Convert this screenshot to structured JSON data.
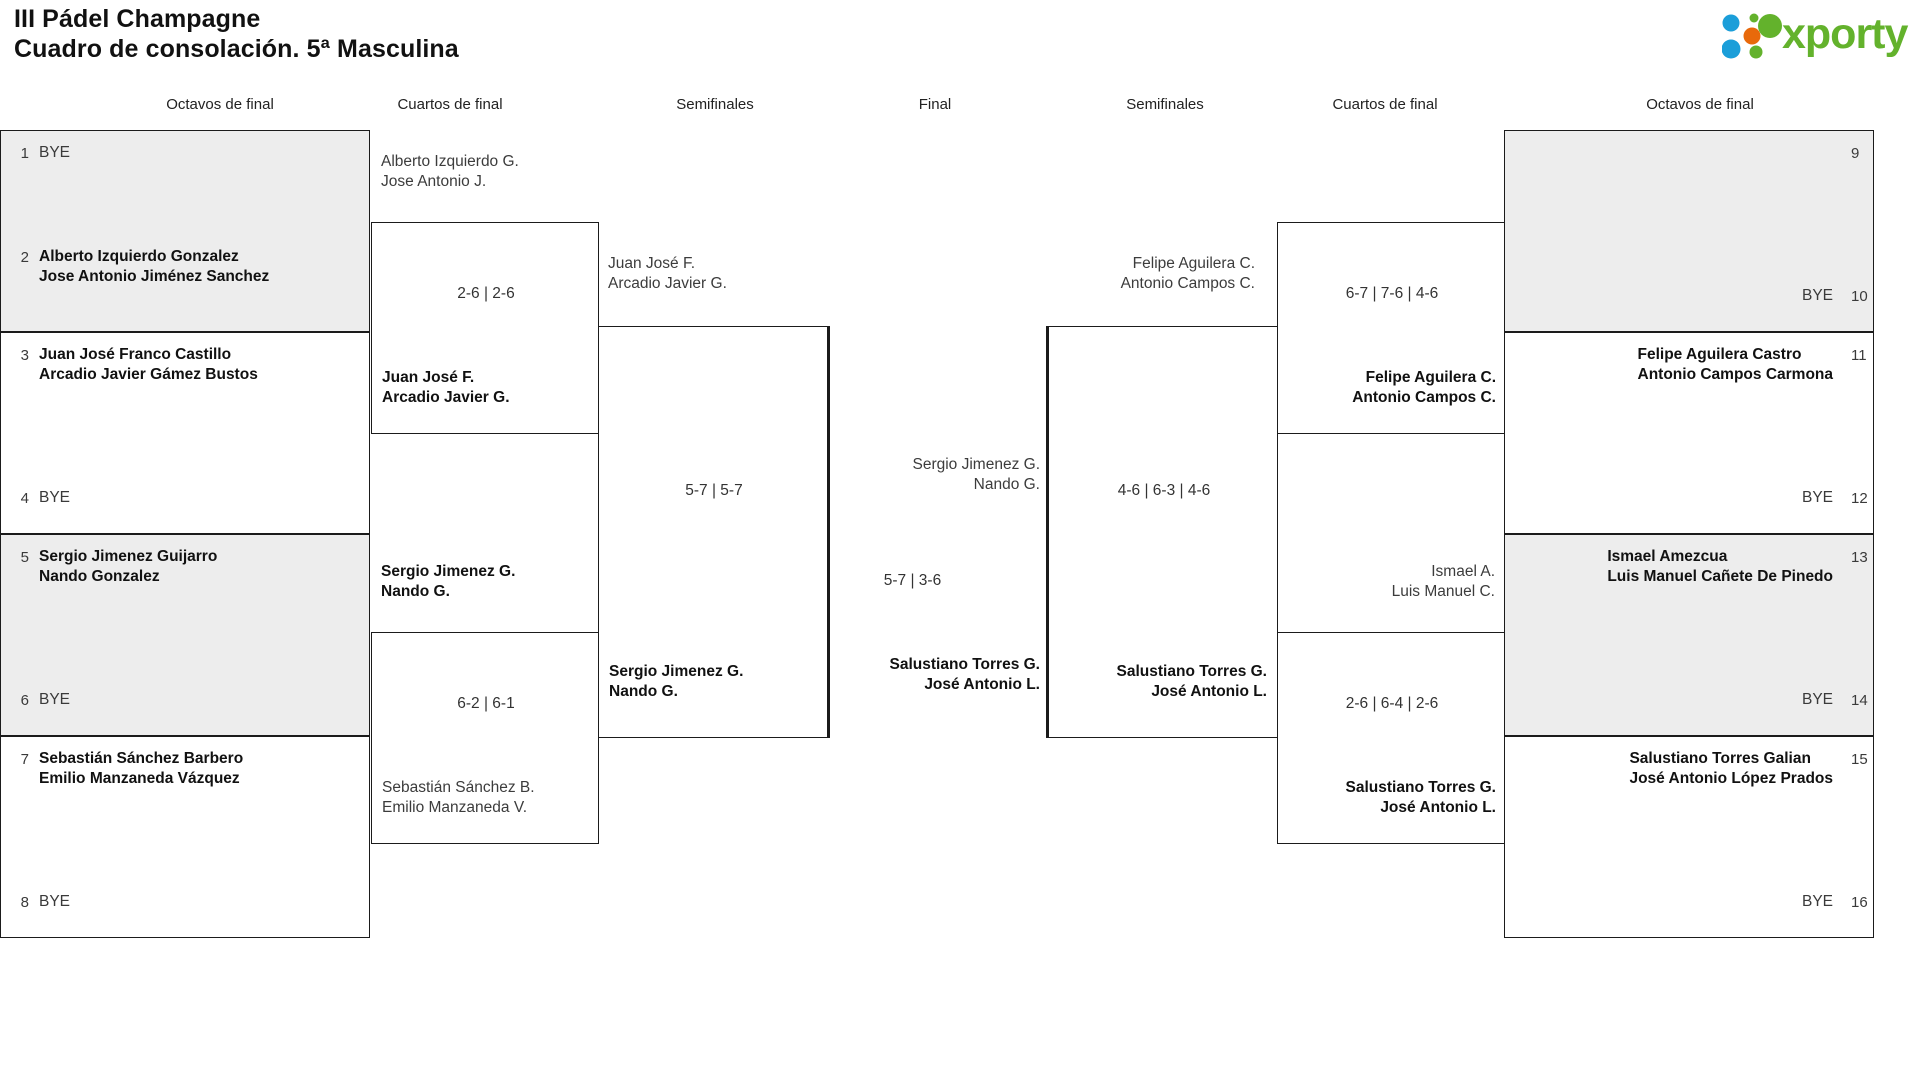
{
  "header": {
    "title_line1": "III Pádel Champagne",
    "title_line2": "Cuadro de consolación. 5ª Masculina",
    "logo_text": "xporty",
    "logo_colors": {
      "green": "#63B22C",
      "blue": "#1B9ED9",
      "orange": "#E8690B"
    }
  },
  "round_headers": [
    {
      "label": "Octavos de final"
    },
    {
      "label": "Cuartos de final"
    },
    {
      "label": "Semifinales"
    },
    {
      "label": "Final"
    },
    {
      "label": "Semifinales"
    },
    {
      "label": "Cuartos de final"
    },
    {
      "label": "Octavos de final"
    }
  ],
  "bracket": {
    "left_r16": [
      {
        "seed": "1",
        "line1": "BYE",
        "line2": "",
        "state": "bye"
      },
      {
        "seed": "2",
        "line1": "Alberto Izquierdo Gonzalez",
        "line2": "Jose Antonio Jiménez Sanchez",
        "state": "win"
      },
      {
        "seed": "3",
        "line1": "Juan José Franco Castillo",
        "line2": "Arcadio Javier Gámez Bustos",
        "state": "win"
      },
      {
        "seed": "4",
        "line1": "BYE",
        "line2": "",
        "state": "bye"
      },
      {
        "seed": "5",
        "line1": "Sergio Jimenez Guijarro",
        "line2": "Nando Gonzalez",
        "state": "win"
      },
      {
        "seed": "6",
        "line1": "BYE",
        "line2": "",
        "state": "bye"
      },
      {
        "seed": "7",
        "line1": "Sebastián Sánchez Barbero",
        "line2": "Emilio Manzaneda Vázquez",
        "state": "win"
      },
      {
        "seed": "8",
        "line1": "BYE",
        "line2": "",
        "state": "bye"
      }
    ],
    "right_r16": [
      {
        "seed": "9",
        "line1": "",
        "line2": "",
        "state": "empty"
      },
      {
        "seed": "10",
        "line1": "BYE",
        "line2": "",
        "state": "bye"
      },
      {
        "seed": "11",
        "line1": "Felipe Aguilera Castro",
        "line2": "Antonio Campos Carmona",
        "state": "win"
      },
      {
        "seed": "12",
        "line1": "BYE",
        "line2": "",
        "state": "bye"
      },
      {
        "seed": "13",
        "line1": "Ismael Amezcua",
        "line2": "Luis Manuel Cañete De Pinedo",
        "state": "win"
      },
      {
        "seed": "14",
        "line1": "BYE",
        "line2": "",
        "state": "bye"
      },
      {
        "seed": "15",
        "line1": "Salustiano Torres Galian",
        "line2": "José Antonio López Prados",
        "state": "win"
      },
      {
        "seed": "16",
        "line1": "BYE",
        "line2": "",
        "state": "bye"
      }
    ],
    "left_qf": [
      {
        "top_line1": "Alberto Izquierdo G.",
        "top_line2": "Jose Antonio J.",
        "top_state": "lose",
        "bottom_line1": "Juan José F.",
        "bottom_line2": "Arcadio Javier G.",
        "bottom_state": "win",
        "score": "2-6 | 2-6"
      },
      {
        "top_line1": "Sergio Jimenez G.",
        "top_line2": "Nando G.",
        "top_state": "win",
        "bottom_line1": "Sebastián Sánchez B.",
        "bottom_line2": "Emilio Manzaneda V.",
        "bottom_state": "lose",
        "score": "6-2 | 6-1"
      }
    ],
    "right_qf": [
      {
        "top_line1": "",
        "top_line2": "",
        "top_state": "empty",
        "bottom_line1": "Felipe Aguilera C.",
        "bottom_line2": "Antonio Campos C.",
        "bottom_state": "win",
        "score": "6-7 | 7-6 | 4-6"
      },
      {
        "top_line1": "Ismael A.",
        "top_line2": "Luis Manuel C.",
        "top_state": "lose",
        "bottom_line1": "Salustiano Torres G.",
        "bottom_line2": "José Antonio L.",
        "bottom_state": "win",
        "score": "2-6 | 6-4 | 2-6"
      }
    ],
    "left_sf": {
      "top_line1": "Juan José F.",
      "top_line2": "Arcadio Javier G.",
      "top_state": "lose",
      "bottom_line1": "Sergio Jimenez G.",
      "bottom_line2": "Nando G.",
      "bottom_state": "win",
      "score": "5-7 | 5-7"
    },
    "right_sf": {
      "top_line1": "Felipe Aguilera C.",
      "top_line2": "Antonio Campos C.",
      "top_state": "lose",
      "bottom_line1": "Salustiano Torres G.",
      "bottom_line2": "José Antonio L.",
      "bottom_state": "win",
      "score": "4-6 | 6-3 | 4-6"
    },
    "final": {
      "top_line1": "Sergio Jimenez G.",
      "top_line2": "Nando G.",
      "top_state": "lose",
      "bottom_line1": "Salustiano Torres G.",
      "bottom_line2": "José Antonio L.",
      "bottom_state": "win",
      "score": "5-7 | 3-6"
    }
  }
}
